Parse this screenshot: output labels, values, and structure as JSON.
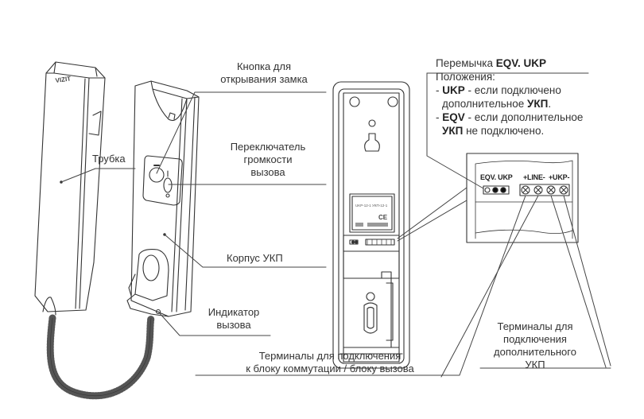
{
  "brand": "VIZIT",
  "labels": {
    "handset": "Трубка",
    "unlock_button": [
      "Кнопка для",
      "открывания замка"
    ],
    "volume_switch": [
      "Переключатель",
      "громкости",
      "вызова"
    ],
    "housing": "Корпус УКП",
    "call_indicator": [
      "Индикатор",
      "вызова"
    ],
    "terminals_main": [
      "Терминалы для подключения",
      "к блоку коммутации / блоку вызова"
    ],
    "terminals_extra": [
      "Терминалы для",
      "подключения",
      "дополнительного",
      "УКП"
    ]
  },
  "jumper": {
    "title_prefix": "Перемычка ",
    "title_bold": "EQV. UKP",
    "positions_heading": "Положения:",
    "items": [
      {
        "dash": "- ",
        "key": "UKP",
        "text1": " - если подключено",
        "text2": "дополнительное ",
        "bold2": "УКП",
        "tail2": "."
      },
      {
        "dash": "- ",
        "key": "EQV",
        "text1": " - если дополнительное",
        "text2": "",
        "bold2": "УКП",
        "tail2": " не подключено."
      }
    ]
  },
  "terminal_block": {
    "jumper_label": "EQV. UKP",
    "line_label": "+LINE-",
    "ukp_label": "+UKP-"
  },
  "sticker": {
    "model": "UKP-12-1  УКП-12-1",
    "mark": "CE"
  }
}
